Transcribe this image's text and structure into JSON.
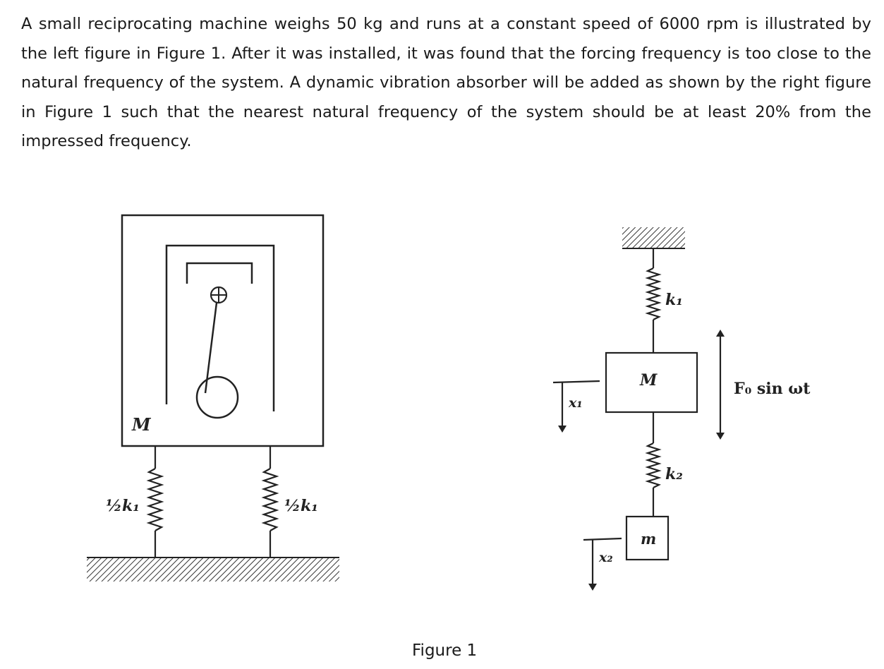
{
  "problem": {
    "text": "A small reciprocating machine weighs 50 kg and runs at a constant speed of 6000 rpm is illustrated by the left figure in Figure 1. After it was installed, it was found that the forcing frequency is too close to the natural frequency of the system. A dynamic vibration absorber will be added as shown by the right figure in Figure 1 such that the nearest natural frequency of the system should be at least 20% from the impressed frequency."
  },
  "figure": {
    "caption": "Figure 1",
    "left": {
      "mass_label": "M",
      "spring_left_label": "½k₁",
      "spring_right_label": "½k₁"
    },
    "right": {
      "spring_top_label": "k₁",
      "main_mass_label": "M",
      "force_label": "F₀ sin ωt",
      "spring_bottom_label": "k₂",
      "absorber_mass_label": "m",
      "x1_label": "x₁",
      "x2_label": "x₂"
    }
  }
}
